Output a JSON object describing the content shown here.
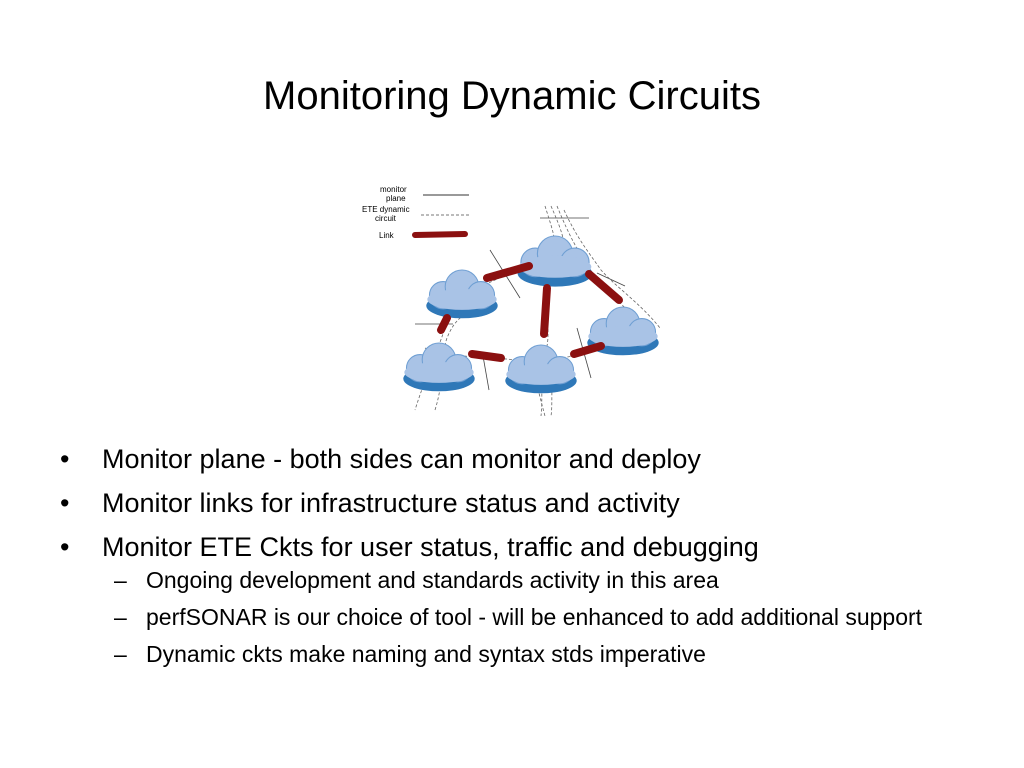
{
  "slide": {
    "title": "Monitoring Dynamic Circuits"
  },
  "diagram": {
    "legend": {
      "monitor_line1": "monitor",
      "monitor_line2": "plane",
      "ete_line1": "ETE dynamic",
      "ete_line2": "circuit",
      "link": "Link"
    },
    "colors": {
      "link": "#8b1010",
      "cloud": "#a9c3e6",
      "cloud_edge": "#2f78b8"
    }
  },
  "bullets": [
    {
      "marker": "•",
      "text": "Monitor plane - both sides can monitor and deploy"
    },
    {
      "marker": "•",
      "text": "Monitor links for infrastructure status and activity"
    },
    {
      "marker": "•",
      "text": "Monitor ETE Ckts for user status, traffic  and debugging"
    }
  ],
  "sub_bullets": [
    {
      "marker": "–",
      "text": "Ongoing development and standards activity in this area"
    },
    {
      "marker": "–",
      "text": "perfSONAR is our choice of tool - will be enhanced to add additional support"
    },
    {
      "marker": "–",
      "text": "Dynamic ckts make naming and syntax stds imperative"
    }
  ]
}
